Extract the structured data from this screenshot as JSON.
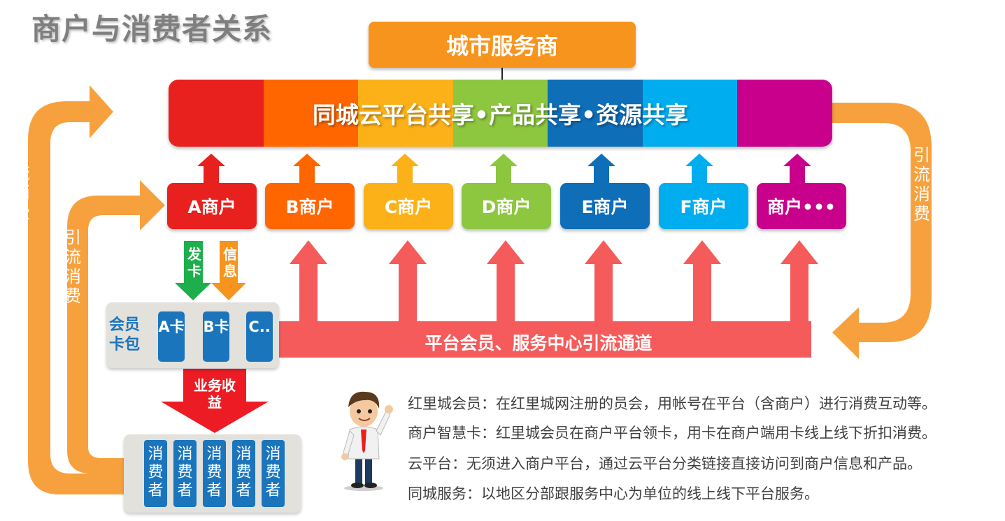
{
  "title": "商户与消费者关系",
  "city_service": "城市服务商",
  "platform": {
    "text": "同城云平台共享•产品共享•资源共享",
    "colors": [
      "#e8201e",
      "#ff6600",
      "#fbb117",
      "#8dc63f",
      "#0e6eb8",
      "#00adef",
      "#c8008c"
    ]
  },
  "merchants": [
    {
      "label": "A商户",
      "color": "#e8201e"
    },
    {
      "label": "B商户",
      "color": "#ff6600"
    },
    {
      "label": "C商户",
      "color": "#fbb117"
    },
    {
      "label": "D商户",
      "color": "#8dc63f"
    },
    {
      "label": "E商户",
      "color": "#0e6eb8"
    },
    {
      "label": "F商户",
      "color": "#00adef"
    },
    {
      "label": "商户•••",
      "color": "#c8008c"
    }
  ],
  "left_outer_label": "引流消费",
  "left_inner_label": "引流消费",
  "right_label": "引流消费",
  "issue_card": "发卡",
  "info": "信息",
  "wallet": {
    "label": "会员卡包",
    "cards": [
      "A卡",
      "B卡",
      "C.."
    ]
  },
  "channel": "平台会员、服务中心引流通道",
  "revenue": "业务收益",
  "consumers": [
    "消费者",
    "消费者",
    "消费者",
    "消费者",
    "消费者"
  ],
  "notes": [
    "红里城会员：在红里城网注册的员会，用帐号在平台（含商户）进行消费互动等。",
    "商户智慧卡：红里城会员在商户平台领卡，用卡在商户端用卡线上线下折扣消费。",
    "云平台：无须进入商户平台，通过云平台分类链接直接访问到商户信息和产品。",
    "同城服务：以地区分部跟服务中心为单位的线上线下平台服务。"
  ]
}
